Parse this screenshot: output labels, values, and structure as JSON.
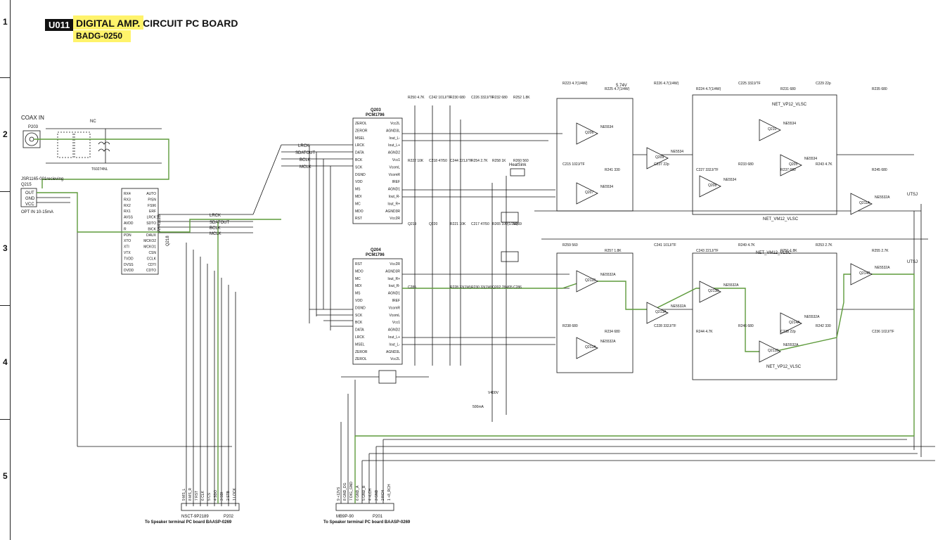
{
  "header": {
    "badge": "U011",
    "title": "DIGITAL AMP. CIRCUIT PC BOARD",
    "part_number": "BADG-0250"
  },
  "row_numbers": [
    "1",
    "2",
    "3",
    "4",
    "5"
  ],
  "labels": {
    "coax_in": "COAX IN",
    "p203": "P203",
    "q215": "Q215",
    "receiver": "JSR1165-001recieving",
    "out": "OUT",
    "gnd": "GND",
    "vcc": "VCC",
    "opt_in": "OPT IN 10-15mA",
    "heatsink": "HeatSink",
    "t60274nl": "T60274NL",
    "nc": "NC",
    "v574": "5.74V",
    "net_vp12_top": "NET_VP12_VLSC",
    "net_vm12_top": "NET_VM12_VLSC",
    "net_vm12_bot": "NET_VM12_VLSC",
    "net_vp12_bot": "NET_VP12_VLSC",
    "utsj_top": "UTSJ",
    "utsj_bot": "UTSJ",
    "ma500": "500mA",
    "v400": "V400V"
  },
  "ics": {
    "q203": {
      "ref": "Q203",
      "part": "PCM1796",
      "left_pins": [
        "ZEROL",
        "ZEROR",
        "MSEL",
        "LRCK",
        "DATA",
        "BCK",
        "SCK",
        "DGND",
        "VDD",
        "MS",
        "MDI",
        "MC",
        "MDO",
        "RST"
      ],
      "right_pins": [
        "Vcc2L",
        "AGND3L",
        "Iout_L-",
        "Iout_L+",
        "AGND2",
        "Vcc1",
        "VcomL",
        "VcomR",
        "IREF",
        "AGND1",
        "Iout_R-",
        "Iout_R+",
        "AGND3R",
        "Vcc2R"
      ]
    },
    "q204": {
      "ref": "Q204",
      "part": "PCM1796",
      "left_pins": [
        "RST",
        "MDO",
        "MC",
        "MDI",
        "MS",
        "VDD",
        "DGND",
        "SCK",
        "BCK",
        "DATA",
        "LRCK",
        "MSEL",
        "ZEROR",
        "ZEROL"
      ],
      "right_pins": [
        "Vcc2R",
        "AGND3R",
        "Iout_R+",
        "Iout_R-",
        "AGND1",
        "IREF",
        "VcomR",
        "VcomL",
        "Vcc1",
        "AGND2",
        "Iout_L+",
        "Iout_L-",
        "AGND3L",
        "Vcc2L"
      ]
    },
    "q218": {
      "ref": "AK4112B",
      "part": "Q218",
      "left_pins": [
        "RX4",
        "RX3",
        "RX2",
        "RX1",
        "AVSS",
        "AVDD",
        "R",
        "PDN",
        "XTO",
        "XTI",
        "VTX",
        "TVDD",
        "DVSS",
        "DVDD"
      ],
      "right_pins": [
        "AUTO",
        "P/SN",
        "FS96",
        "ERF",
        "LRCK",
        "SDTO",
        "BICK",
        "DAUX",
        "MCKO2",
        "MCKO1",
        "CSN",
        "CCLK",
        "CDTI",
        "CDTO"
      ]
    }
  },
  "signals": {
    "lrck": "LRCK",
    "sdatout": "SDATOUT",
    "bclk": "BCLK",
    "mclk": "MCLK"
  },
  "opamps": [
    {
      "ref": "Q206",
      "part": "NE5534"
    },
    {
      "ref": "Q207",
      "part": "NE5534"
    },
    {
      "ref": "Q209",
      "part": "NE5534"
    },
    {
      "ref": "Q208",
      "part": "NE5534"
    },
    {
      "ref": "Q210",
      "part": "NE5534"
    },
    {
      "ref": "Q205",
      "part": "NE5534"
    },
    {
      "ref": "Q211A",
      "part": "NE5532A"
    },
    {
      "ref": "Q211B",
      "part": "NE5532A"
    },
    {
      "ref": "Q213A",
      "part": "NE5532A"
    },
    {
      "ref": "Q213B",
      "part": "NE5532A"
    },
    {
      "ref": "Q212A",
      "part": "NE5532A"
    },
    {
      "ref": "Q212B",
      "part": "NE5532A"
    },
    {
      "ref": "Q214A",
      "part": "NE5532A"
    },
    {
      "ref": "Q214B",
      "part": "NE5532A"
    }
  ],
  "components": [
    "R223 4.7(1/4W)",
    "R225 4.7(1/4W)",
    "R226 4.7(1/4W)",
    "R224 4.7(1/4W)",
    "C225 332J/TF",
    "R231 680",
    "C229 22p",
    "R235 680",
    "C215 102J/TF",
    "R241 330",
    "C237 22p",
    "C227 332J/TF",
    "R233 680",
    "R237 680",
    "R243 4.7K",
    "R245 680",
    "R259 560",
    "R257 1.8K",
    "C241 101J/TF",
    "C243 221J/TF",
    "R249 4.7K",
    "R251 1.8K",
    "R253 2.7K",
    "R255 2.7K",
    "R238 680",
    "R234 680",
    "C228 332J/TF",
    "R244 4.7K",
    "R246 680",
    "C238 22p",
    "R242 330",
    "C236 102J/TF",
    "R230 680",
    "C226 332J/TF",
    "R232 680",
    "R252 1.8K",
    "R250 4.7K",
    "C242 101J/TF",
    "C244 221J/TF",
    "R254 2.7K",
    "R258 1K",
    "R260 560",
    "R222 10K",
    "C218 47/50",
    "R221 10K",
    "C217 47/50",
    "R265 100(1/2W)",
    "R269",
    "Q219",
    "Q220",
    "R228 33(1W)",
    "R230 33(1W)",
    "Q202 78M05",
    "C286",
    "C285"
  ],
  "connectors": {
    "p202": {
      "ref": "P202",
      "part": "NSCT-9P2189",
      "dest": "To Speaker terminal PC board BAASP-0269",
      "pins": [
        "1 LOCK",
        "2 STB",
        "3 SDI",
        "4 SDO",
        "5 CS",
        "6 CLK",
        "7 RST",
        "8 MS_R",
        "9 MS_L"
      ]
    },
    "p201": {
      "ref": "P201",
      "part": "MB9P-90",
      "dest": "To Speaker terminal PC board BAASP-0269",
      "pins": [
        "1 +8_RCH",
        "2 RCH",
        "3 GND",
        "4 +LCH",
        "5 GND_B",
        "6 GND_A",
        "7 DIG_GND",
        "8 GND_DG",
        "9 +12VS"
      ]
    }
  }
}
